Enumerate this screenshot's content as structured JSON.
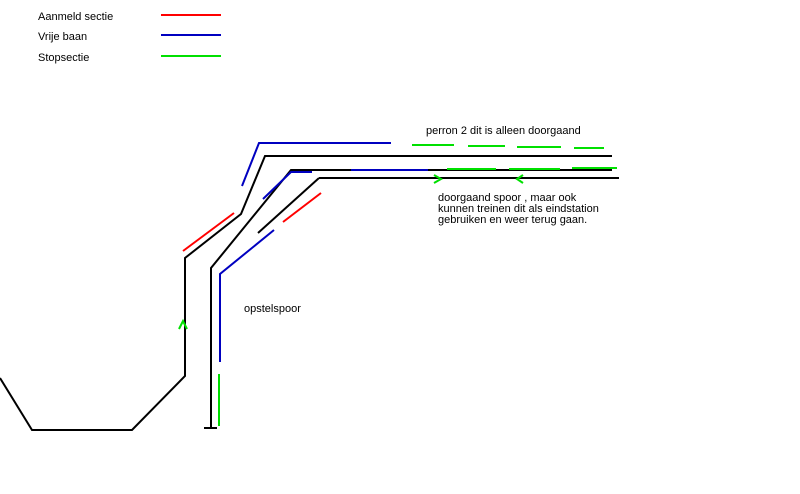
{
  "legend": {
    "items": [
      {
        "label": "Aanmeld sectie",
        "color": "#ff0000"
      },
      {
        "label": "Vrije baan",
        "color": "#0000c0"
      },
      {
        "label": "Stopsectie",
        "color": "#00e000"
      }
    ]
  },
  "annotations": {
    "perron": "perron 2 dit is alleen doorgaand",
    "doorgaand": [
      "doorgaand  spoor , maar ook",
      "kunnen treinen dit als eindstation",
      "gebruiken en weer terug gaan."
    ],
    "opstelspoor": "opstelspoor"
  },
  "colors": {
    "track": "#000000",
    "aanmeld": "#ff0000",
    "vrij": "#0000c0",
    "stop": "#00e000"
  }
}
